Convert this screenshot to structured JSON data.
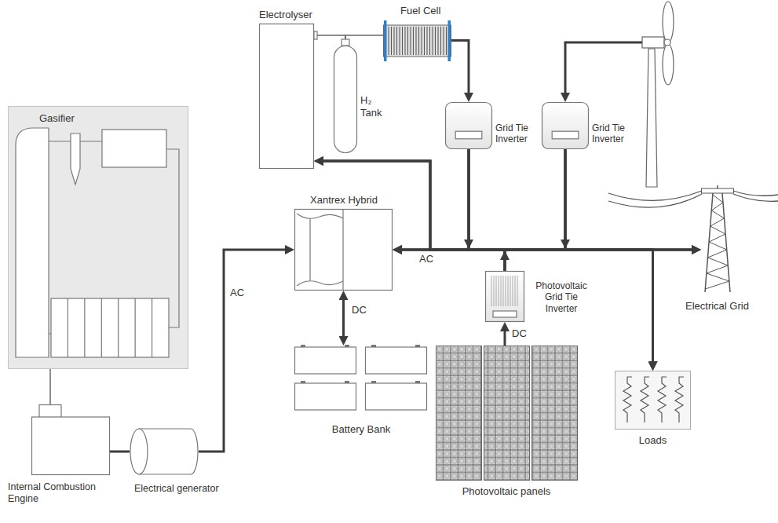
{
  "diagram": {
    "nodes": [
      {
        "text": [
          "Electrolyser"
        ]
      },
      {
        "text": [
          "H₂ Tank"
        ]
      },
      {
        "text": [
          "Fuel Cell"
        ]
      },
      {
        "text": [
          "Grid Tie Inverter"
        ]
      },
      {
        "text": [
          "Grid Tie Inverter"
        ]
      },
      {
        "text": [
          "Gasifier"
        ]
      },
      {
        "text": [
          "Xantrex Hybrid"
        ]
      },
      {
        "text": [
          "Electrical Grid"
        ]
      },
      {
        "text": [
          "Photovoltaic Grid Tie Inverter"
        ]
      },
      {
        "text": [
          "Battery Bank"
        ]
      },
      {
        "text": [
          "Photovoltaic panels"
        ]
      },
      {
        "text": [
          "Loads"
        ]
      },
      {
        "text": [
          "Internal Combustion Engine"
        ]
      },
      {
        "text": [
          "Electrical generator"
        ]
      }
    ],
    "edges": [
      {
        "from": 0,
        "to": 1,
        "arrow": "none"
      },
      {
        "from": 1,
        "to": 2,
        "arrow": "none"
      },
      {
        "from": 2,
        "to": 3,
        "arrow": "to"
      },
      {
        "from": 3,
        "to": 6,
        "arrow": "to"
      },
      {
        "from": 3,
        "to": 0,
        "arrow": "to"
      },
      {
        "from": 3,
        "to": 7,
        "arrow": "to"
      },
      {
        "from": 3,
        "to": 11,
        "arrow": "to"
      },
      {
        "from": 4,
        "to": 6,
        "arrow": "to"
      },
      {
        "from": 4,
        "to": 0,
        "arrow": "to"
      },
      {
        "from": 4,
        "to": 7,
        "arrow": "to"
      },
      {
        "from": 4,
        "to": 11,
        "arrow": "to"
      },
      {
        "from": 8,
        "to": 6,
        "arrow": "to"
      },
      {
        "from": 8,
        "to": 0,
        "arrow": "to"
      },
      {
        "from": 8,
        "to": 7,
        "arrow": "to"
      },
      {
        "from": 8,
        "to": 11,
        "arrow": "to"
      },
      {
        "from": 10,
        "to": 8,
        "label": "DC",
        "arrow": "to"
      },
      {
        "from": 6,
        "to": 9,
        "label": "DC",
        "arrow": "both"
      },
      {
        "from": 5,
        "to": 12,
        "arrow": "none"
      },
      {
        "from": 12,
        "to": 13,
        "arrow": "none"
      },
      {
        "from": 13,
        "to": 6,
        "label": "AC",
        "arrow": "to"
      }
    ],
    "labels": [
      "AC"
    ]
  }
}
